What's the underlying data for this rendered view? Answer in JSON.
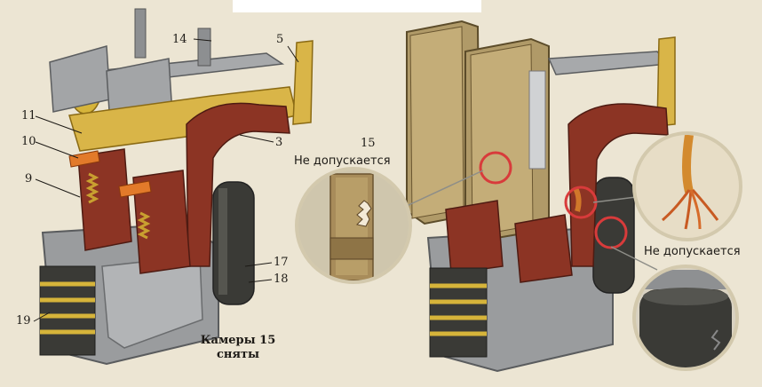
{
  "labels": {
    "n5": "5",
    "n14": "14",
    "n11": "11",
    "n10": "10",
    "n9": "9",
    "n3": "3",
    "n17": "17",
    "n18": "18",
    "n19": "19",
    "n15": "15"
  },
  "caption": {
    "line1": "Камеры 15",
    "line2": "сняты"
  },
  "warnings": {
    "top": "Не допускается",
    "right": "Не допускается"
  },
  "colors": {
    "background": "#ece5d3",
    "metal": "#9a9c9e",
    "copper_red": "#8c3424",
    "brass": "#d6b43a",
    "coil_dark": "#3a3a36",
    "chamber_tan": "#b09a68",
    "highlight_circle": "#d83b3b"
  }
}
